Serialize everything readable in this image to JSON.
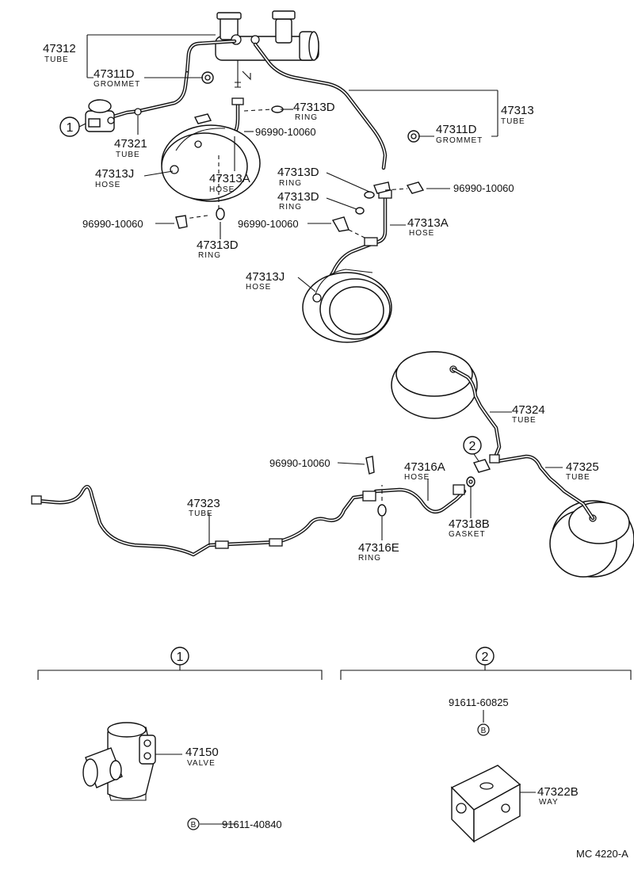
{
  "labels": {
    "p47312": {
      "num": "47312",
      "desc": "TUBE"
    },
    "p47311d_a": {
      "num": "47311D",
      "desc": "GROMMET"
    },
    "p47313d_a": {
      "num": "47313D",
      "desc": "RING"
    },
    "p47313": {
      "num": "47313",
      "desc": "TUBE"
    },
    "p47321": {
      "num": "47321",
      "desc": "TUBE"
    },
    "c96990_a": {
      "num": "96990-10060"
    },
    "p47311d_b": {
      "num": "47311D",
      "desc": "GROMMET"
    },
    "p47313j_a": {
      "num": "47313J",
      "desc": "HOSE"
    },
    "p47313a_a": {
      "num": "47313A",
      "desc": "HOSE"
    },
    "p47313d_b": {
      "num": "47313D",
      "desc": "RING"
    },
    "c96990_b": {
      "num": "96990-10060"
    },
    "p47313d_c": {
      "num": "47313D",
      "desc": "RING"
    },
    "c96990_c": {
      "num": "96990-10060"
    },
    "p47313a_b": {
      "num": "47313A",
      "desc": "HOSE"
    },
    "p47313d_d": {
      "num": "47313D",
      "desc": "RING"
    },
    "c96990_d": {
      "num": "96990-10060"
    },
    "p47313j_b": {
      "num": "47313J",
      "desc": "HOSE"
    },
    "p47324": {
      "num": "47324",
      "desc": "TUBE"
    },
    "c96990_e": {
      "num": "96990-10060"
    },
    "p47316a": {
      "num": "47316A",
      "desc": "HOSE"
    },
    "p47325": {
      "num": "47325",
      "desc": "TUBE"
    },
    "p47323": {
      "num": "47323",
      "desc": "TUBE"
    },
    "p47318b": {
      "num": "47318B",
      "desc": "GASKET"
    },
    "p47316e": {
      "num": "47316E",
      "desc": "RING"
    },
    "p47150": {
      "num": "47150",
      "desc": "VALVE"
    },
    "c91611_40840": {
      "num": "91611-40840"
    },
    "c91611_60825": {
      "num": "91611-60825"
    },
    "p47322b": {
      "num": "47322B",
      "desc": "WAY"
    }
  },
  "callouts": {
    "one": "1",
    "two": "2",
    "bolt": "B"
  },
  "diagram_code": "MC 4220-A"
}
